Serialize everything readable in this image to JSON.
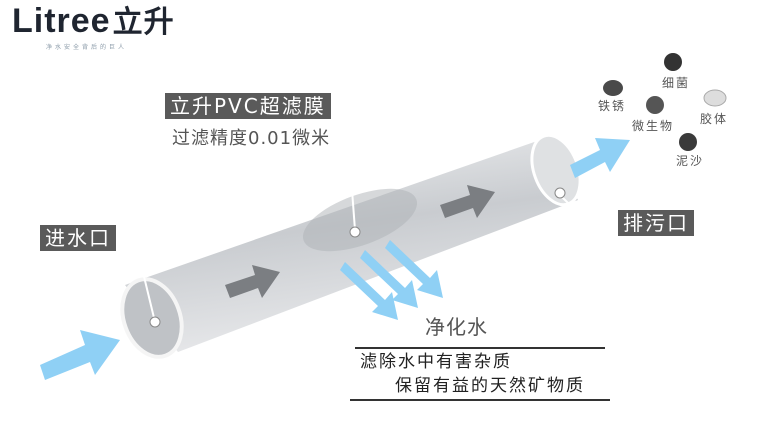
{
  "logo": {
    "brand": "Litree",
    "brand_cn": "立升",
    "tagline": "净水安全背后的巨人"
  },
  "title": "立升PVC超滤膜",
  "subtitle": "过滤精度0.01微米",
  "inlet": "进水口",
  "outlet": "排污口",
  "clean_water": "净化水",
  "benefits": [
    "滤除水中有害杂质",
    "保留有益的天然矿物质"
  ],
  "contaminants": [
    "细菌",
    "铁锈",
    "微生物",
    "胶体",
    "泥沙"
  ],
  "colors": {
    "arrow": "#8fd0f5",
    "tube": "#cfd2d6",
    "label_box": "#5a5a5a"
  }
}
